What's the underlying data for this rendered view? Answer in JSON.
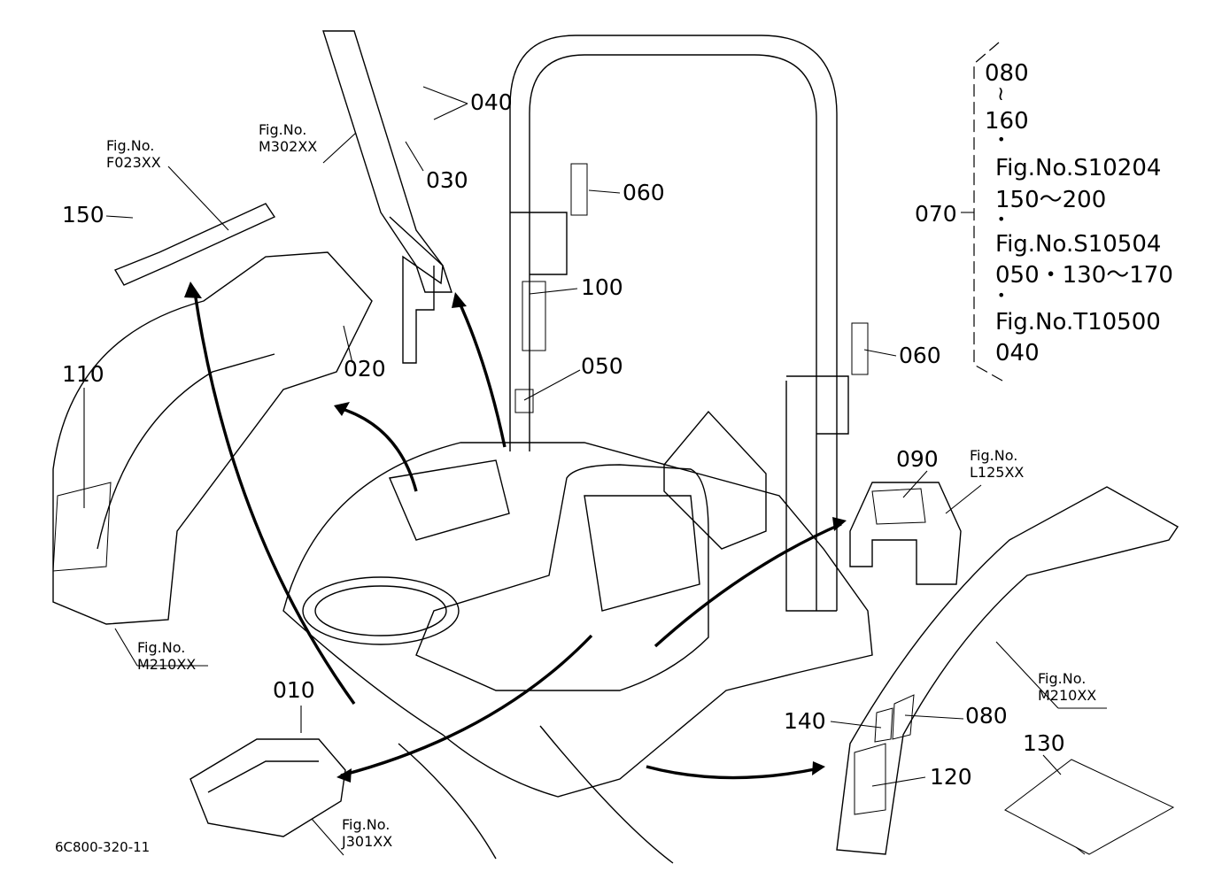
{
  "callouts": {
    "c010": "010",
    "c020": "020",
    "c030": "030",
    "c040": "040",
    "c050": "050",
    "c060a": "060",
    "c060b": "060",
    "c070": "070",
    "c080": "080",
    "c090": "090",
    "c100": "100",
    "c110": "110",
    "c120": "120",
    "c130": "130",
    "c140": "140",
    "c150": "150"
  },
  "figure_refs": {
    "f023": {
      "line1": "Fig.No.",
      "line2": "F023XX"
    },
    "m302": {
      "line1": "Fig.No.",
      "line2": "M302XX"
    },
    "m210_left": {
      "line1": "Fig.No.",
      "line2": "M210XX"
    },
    "m210_right": {
      "line1": "Fig.No.",
      "line2": "M210XX"
    },
    "l125": {
      "line1": "Fig.No.",
      "line2": "L125XX"
    },
    "j301": {
      "line1": "Fig.No.",
      "line2": "J301XX"
    }
  },
  "note_070": {
    "range_start": "080",
    "tilde": "≀",
    "range_end": "160",
    "bullet1": "•",
    "ref1": "Fig.No.S10204",
    "ref1_items": "150～200",
    "bullet2": "•",
    "ref2": "Fig.No.S10504",
    "ref2_items": "050・130～170",
    "bullet3": "•",
    "ref3": "Fig.No.T10500",
    "ref3_items": "040"
  },
  "drawing_code": "6C800-320-11"
}
